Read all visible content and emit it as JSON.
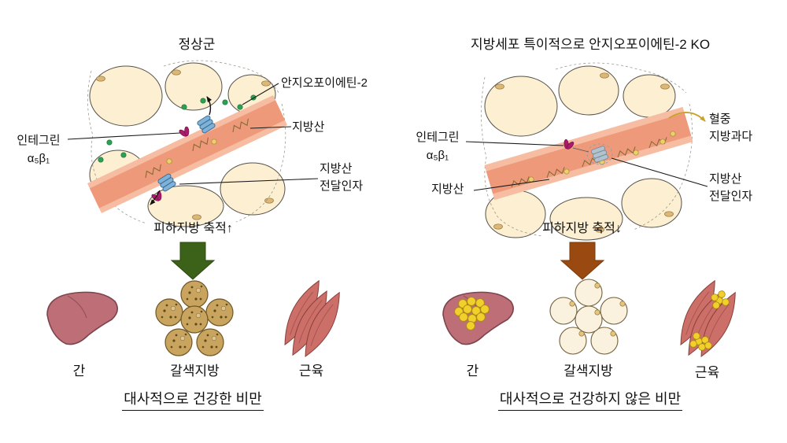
{
  "figure": {
    "left": {
      "title": "정상군",
      "angiopoietin_label": "안지오포이에틴-2",
      "integrin_label": "인테그린",
      "integrin_subunit": "α₅β₁",
      "fatty_acid_label": "지방산",
      "transporter_label_line1": "지방산",
      "transporter_label_line2": "전달인자",
      "accumulation_label": "피하지방 축적↑",
      "organ_liver": "간",
      "organ_brown_fat": "갈색지방",
      "organ_muscle": "근육",
      "caption": "대사적으로 건강한 비만",
      "arrow_color": "#3c6118"
    },
    "right": {
      "title": "지방세포 특이적으로 안지오포이에틴-2 KO",
      "integrin_label": "인테그린",
      "integrin_subunit": "α₅β₁",
      "blood_fat_label_line1": "혈중",
      "blood_fat_label_line2": "지방과다",
      "fatty_acid_label": "지방산",
      "transporter_label_line1": "지방산",
      "transporter_label_line2": "전달인자",
      "accumulation_label": "피하지방 축적↓",
      "organ_liver": "간",
      "organ_brown_fat": "갈색지방",
      "organ_muscle": "근육",
      "caption": "대사적으로 건강하지 않은 비만",
      "arrow_color": "#9a4a10"
    },
    "colors": {
      "angiopoietin_dot": "#2fa052",
      "fat_droplet": "#f2d02c",
      "vessel": "#ee9a7a",
      "transporter": "#7fb2d8",
      "integrin": "#ad1a6c"
    }
  }
}
